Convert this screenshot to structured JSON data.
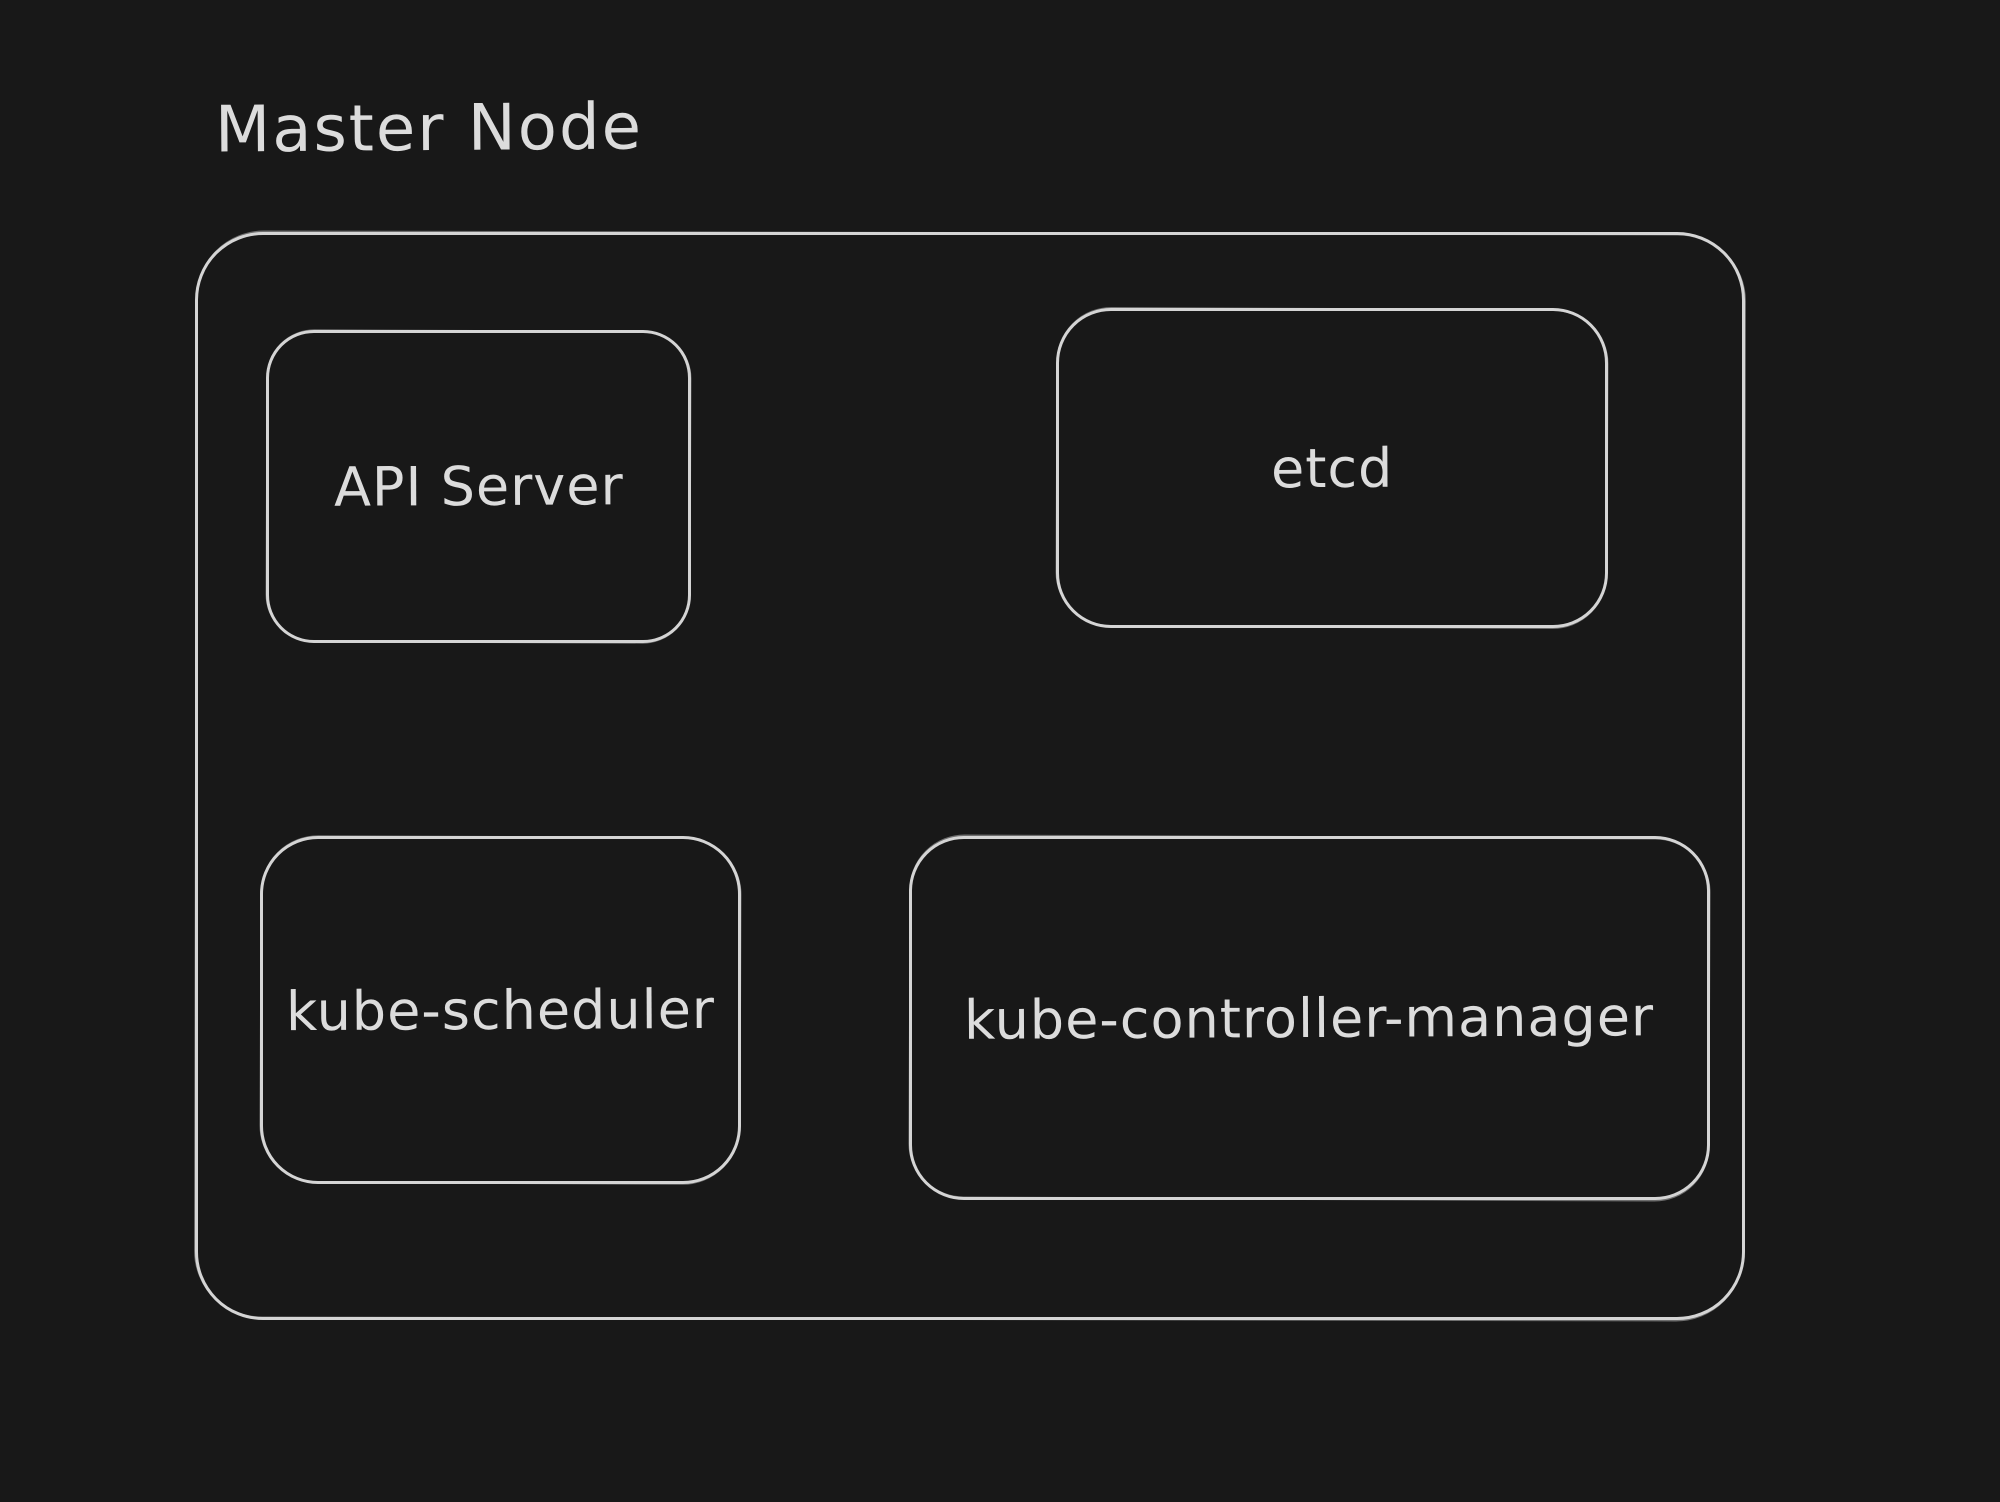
{
  "diagram": {
    "title": "Master Node",
    "nodes": [
      {
        "id": "api-server",
        "label": "API Server"
      },
      {
        "id": "etcd",
        "label": "etcd"
      },
      {
        "id": "kube-scheduler",
        "label": "kube-scheduler"
      },
      {
        "id": "kube-controller-manager",
        "label": "kube-controller-manager"
      }
    ],
    "colors": {
      "background": "#181818",
      "stroke": "#d4d4d4",
      "text": "#dcdcdc"
    }
  }
}
